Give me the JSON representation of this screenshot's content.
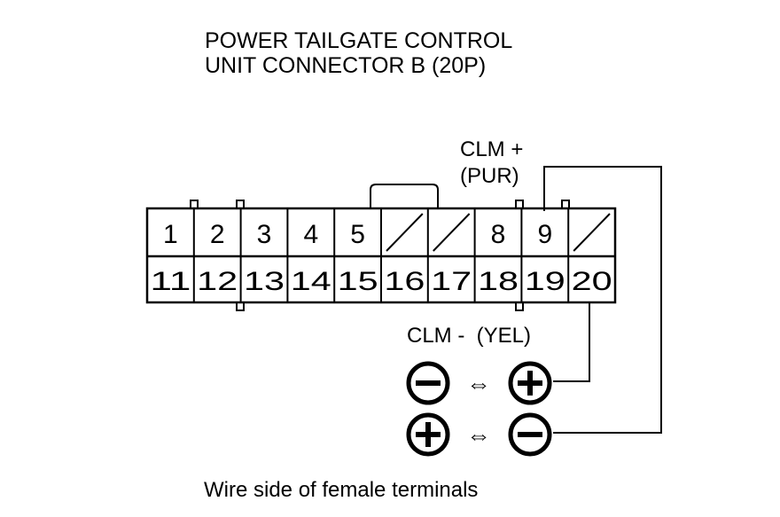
{
  "title": {
    "line1": "POWER TAILGATE CONTROL",
    "line2": "UNIT CONNECTOR B (20P)"
  },
  "connector": {
    "top_row": [
      "1",
      "2",
      "3",
      "4",
      "5",
      "",
      "",
      "8",
      "9",
      ""
    ],
    "bottom_row": [
      "11",
      "12",
      "13",
      "14",
      "15",
      "16",
      "17",
      "18",
      "19",
      "20"
    ],
    "empty_cavities": [
      6,
      7,
      10
    ]
  },
  "labels": {
    "clm_plus_1": "CLM +",
    "clm_plus_2": "(PUR)",
    "clm_minus": "CLM -  (YEL)"
  },
  "polarity_rows": [
    {
      "left": "minus",
      "right": "plus",
      "arrow": "⇔"
    },
    {
      "left": "plus",
      "right": "minus",
      "arrow": "⇔"
    }
  ],
  "caption": "Wire side of female terminals",
  "colors": {
    "line": "#000000",
    "background": "#ffffff"
  }
}
